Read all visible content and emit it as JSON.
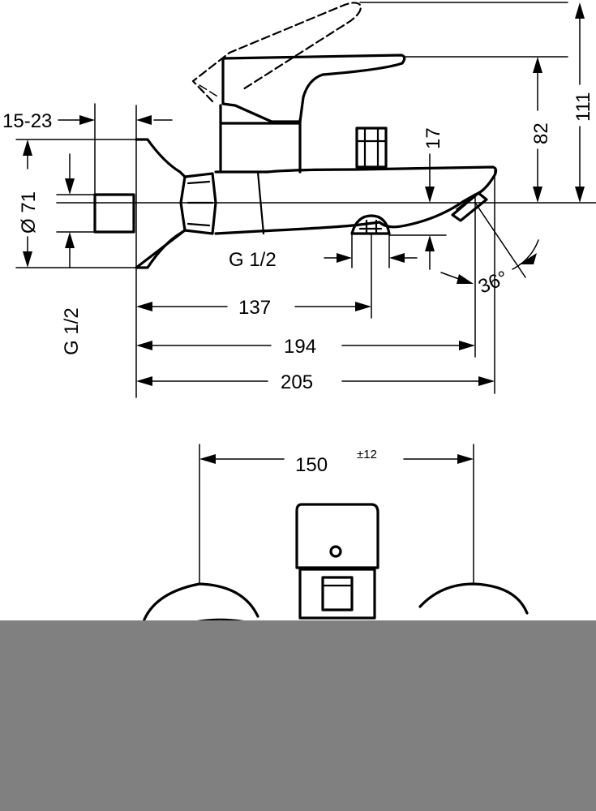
{
  "dimensions": {
    "connection_range": "15-23",
    "flange_diameter": "Ø 71",
    "thread_left": "G 1/2",
    "thread_outlet": "G 1/2",
    "spout_drop": "17",
    "lever_height": "82",
    "total_height": "111",
    "outlet_angle": "36°",
    "outlet_distance": "137",
    "spout_reach": "194",
    "total_depth": "205",
    "centre_distance": "150",
    "centre_tolerance": "±12"
  },
  "colors": {
    "line": "#000000",
    "background": "#ffffff",
    "overlay": "#808080"
  }
}
